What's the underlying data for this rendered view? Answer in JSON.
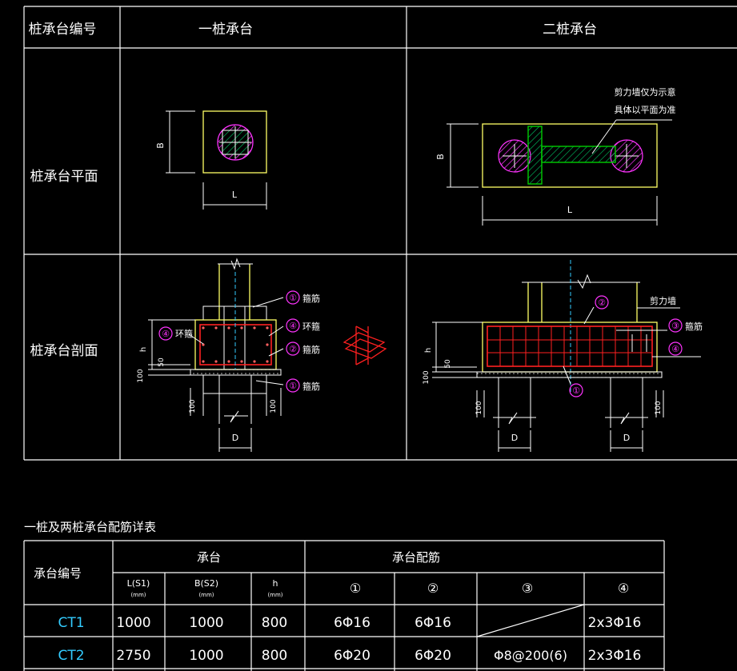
{
  "colors": {
    "background": "#000000",
    "line": "#ffffff",
    "outline": "#ffff66",
    "magenta": "#ff33ff",
    "green": "#00cc00",
    "red": "#ff2020",
    "cyan": "#33ccff"
  },
  "header": {
    "col0": "桩承台编号",
    "col1": "一桩承台",
    "col2": "二桩承台"
  },
  "rows": {
    "plan": "桩承台平面",
    "section": "桩承台剖面"
  },
  "plan1": {
    "dim_b": "B",
    "dim_l": "L"
  },
  "plan2": {
    "dim_b": "B",
    "dim_l": "L",
    "note_line1": "剪力墙仅为示意",
    "note_line2": "具体以平面为准"
  },
  "section1": {
    "dim_h": "h",
    "dim_50": "50",
    "dim_100": "100",
    "dim_d": "D",
    "callout1_top": {
      "num": "①",
      "text": "箍筋"
    },
    "callout4": {
      "num": "④",
      "text": "环箍"
    },
    "callout2": {
      "num": "②",
      "text": "箍筋"
    },
    "callout1_bot": {
      "num": "①",
      "text": "箍筋"
    },
    "callout4_left": {
      "num": "④",
      "text": "环箍"
    }
  },
  "section2": {
    "dim_h": "h",
    "dim_50": "50",
    "dim_100": "100",
    "dim_d": "D",
    "callout2": "②",
    "wall": "剪力墙",
    "callout3": {
      "num": "③",
      "text": "箍筋"
    },
    "callout4": "④",
    "callout1": "①"
  },
  "table": {
    "caption": "一桩及两桩承台配筋详表",
    "head": {
      "id": "承台编号",
      "cap": "承台",
      "rebar": "承台配筋",
      "l": "L(S1)",
      "l_unit": "(mm)",
      "b": "B(S2)",
      "b_unit": "(mm)",
      "h": "h",
      "h_unit": "(mm)",
      "r1": "①",
      "r2": "②",
      "r3": "③",
      "r4": "④"
    },
    "rows": [
      {
        "id": "CT1",
        "l": "1000",
        "b": "1000",
        "h": "800",
        "r1": "6Φ16",
        "r2": "6Φ16",
        "r3": "",
        "r4": "2x3Φ16"
      },
      {
        "id": "CT2",
        "l": "2750",
        "b": "1000",
        "h": "800",
        "r1": "6Φ20",
        "r2": "6Φ20",
        "r3": "Φ8@200(6)",
        "r4": "2x3Φ16"
      }
    ]
  }
}
